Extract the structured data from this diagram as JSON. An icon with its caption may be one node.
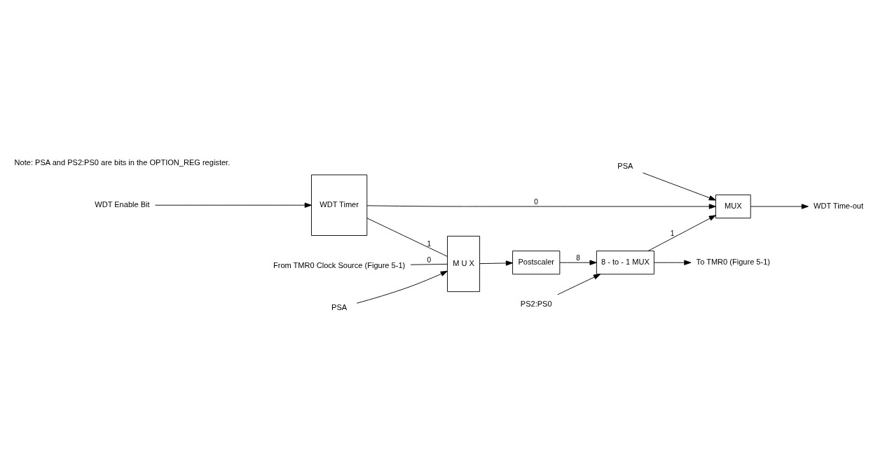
{
  "diagram": {
    "nodes": [
      {
        "text": [
          "From TMR0 Clock Source (Figure 5-1)"
        ]
      },
      {
        "text": [
          "WDT Timer"
        ]
      },
      {
        "text": [
          "M U X"
        ]
      },
      {
        "text": [
          "Postscaler"
        ]
      },
      {
        "text": [
          "8 - to - 1 MUX"
        ]
      },
      {
        "text": [
          "MUX"
        ]
      },
      {
        "text": [
          "WDT Enable Bit"
        ]
      },
      {
        "text": [
          "PSA"
        ]
      },
      {
        "text": [
          "PS2:PS0"
        ]
      },
      {
        "text": [
          "To TMR0 (Figure 5-1)"
        ]
      },
      {
        "text": [
          "PSA"
        ]
      },
      {
        "text": [
          "WDT Time-out"
        ]
      }
    ],
    "edges": [
      {
        "from": 0,
        "to": 2,
        "arrow": "none",
        "label": "0"
      },
      {
        "from": 1,
        "to": 2,
        "arrow": "none",
        "label": "1"
      },
      {
        "from": 1,
        "to": 5,
        "arrow": "to",
        "label": "0"
      },
      {
        "from": 2,
        "to": 3,
        "arrow": "to"
      },
      {
        "from": 3,
        "to": 4,
        "arrow": "to",
        "label": "8"
      },
      {
        "from": 6,
        "to": 1,
        "arrow": "to"
      },
      {
        "from": 7,
        "to": 2,
        "arrow": "to"
      },
      {
        "from": 8,
        "to": 4,
        "arrow": "to"
      },
      {
        "from": 4,
        "to": 9,
        "arrow": "to"
      },
      {
        "from": 4,
        "to": 5,
        "arrow": "to",
        "label": "1"
      },
      {
        "from": 10,
        "to": 5,
        "arrow": "to"
      },
      {
        "from": 5,
        "to": 11,
        "arrow": "to"
      }
    ],
    "labels": [
      "Note: PSA and PS2:PS0 are bits in the OPTION_REG register."
    ]
  }
}
